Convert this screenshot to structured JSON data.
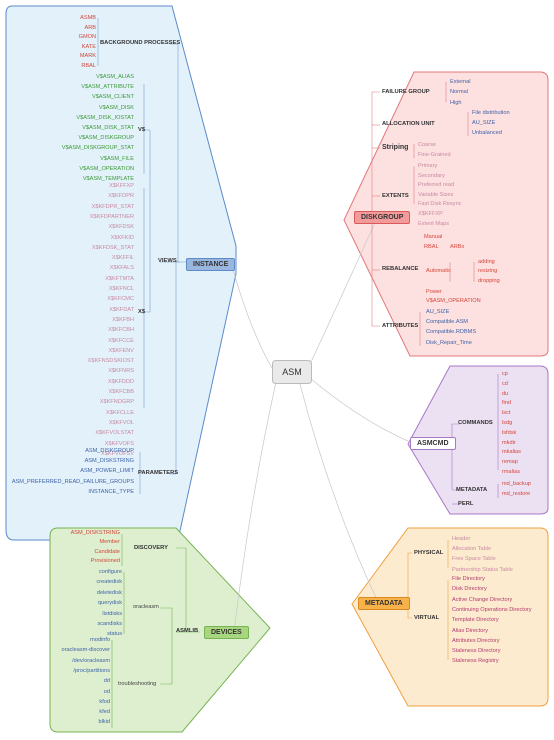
{
  "center": "ASM",
  "instance": {
    "label": "INSTANCE",
    "background_title": "BACKGROUND PROCESSES",
    "background": [
      "ASMB",
      "ARB",
      "GMON",
      "KATE",
      "MARK",
      "RBAL"
    ],
    "views_title": "VIEWS",
    "v_title": "V$",
    "v_views": [
      "V$ASM_ALIAS",
      "V$ASM_ATTRIBUTE",
      "V$ASM_CLIENT",
      "V$ASM_DISK",
      "V$ASM_DISK_IOSTAT",
      "V$ASM_DISK_STAT",
      "V$ASM_DISKGROUP",
      "V$ASM_DISKGROUP_STAT",
      "V$ASM_FILE",
      "V$ASM_OPERATION",
      "V$ASM_TEMPLATE"
    ],
    "x_title": "X$",
    "x_views": [
      "X$KFFXP",
      "X$KFDPR",
      "X$KFDPR_STAT",
      "X$KFDPARTNER",
      "X$KFDSK",
      "X$KFKID",
      "X$KFDSK_STAT",
      "X$KFFIL",
      "X$KFALS",
      "X$KFTMTA",
      "X$KFNCL",
      "X$KFCMC",
      "X$KFDAT",
      "X$KFBH",
      "X$KFCBH",
      "X$KFCCE",
      "X$KFENV",
      "X$KFNSDSKIOST",
      "X$KFNRS",
      "X$KFDDD",
      "X$KFCBB",
      "X$KFNDGRP",
      "X$KFCLLE",
      "X$KFVOL",
      "X$KFVOLSTAT",
      "X$KFVOFS",
      "X$KFVOFSV"
    ],
    "params_title": "PARAMETERS",
    "params": [
      "ASM_DISKGROUP",
      "ASM_DISKSTRING",
      "ASM_POWER_LIMIT",
      "ASM_PREFERRED_READ_FAILURE_GROUPS",
      "INSTANCE_TYPE"
    ]
  },
  "devices": {
    "label": "DEVICES",
    "discovery_title": "DISCOVERY",
    "discovery": [
      "ASM_DISKSTRING",
      "Member",
      "Candidate",
      "Provisioned"
    ],
    "asmlib_title": "ASMLIB",
    "oracleasm_title": "oracleasm",
    "oracleasm": [
      "configure",
      "createdisk",
      "deletedisk",
      "querydisk",
      "listdisks",
      "scandisks",
      "status"
    ],
    "troubleshooting_title": "troubleshooting",
    "troubleshooting": [
      "modinfo",
      "oracleasm-discover",
      "/dev/oracleasm",
      "/proc/partitions",
      "dd",
      "od",
      "kfod",
      "kfed",
      "blkid"
    ]
  },
  "diskgroup": {
    "label": "DISKGROUP",
    "failure_title": "FAILURE GROUP",
    "failure": [
      "External",
      "Normal",
      "High"
    ],
    "alloc_title": "ALLOCATION UNIT",
    "alloc": [
      "File distribution",
      "AU_SIZE",
      "Unbalanced"
    ],
    "striping_title": "Striping",
    "striping": [
      "Coarse",
      "Fine-Grained"
    ],
    "extents_title": "EXTENTS",
    "extents": [
      "Primary",
      "Secondary",
      "Preferred read",
      "Variable Sizes",
      "Fast Disk Resync",
      "X$KFFXP",
      "Extent Maps"
    ],
    "rebalance_title": "REBALANCE",
    "manual": "Manual",
    "rbal": "RBAL",
    "arbx": "ARBx",
    "automatic": "Automatic",
    "auto_items": [
      "adding",
      "resizing",
      "dropping"
    ],
    "power": "Power",
    "v_op": "V$ASM_OPERATION",
    "attr_title": "ATTRIBUTES",
    "attributes": [
      "AU_SIZE",
      "Compatible.ASM",
      "Compatible.RDBMS",
      "Disk_Repair_Time"
    ]
  },
  "asmcmd": {
    "label": "ASMCMD",
    "commands_title": "COMMANDS",
    "commands": [
      "cp",
      "cd",
      "du",
      "find",
      "lsct",
      "lsdg",
      "lsfdsk",
      "mkdir",
      "mkalias",
      "remap",
      "rmalias"
    ],
    "metadata_title": "METADATA",
    "metadata": [
      "md_backup",
      "md_restore"
    ],
    "perl": "PERL"
  },
  "metadata": {
    "label": "METADATA",
    "physical_title": "PHYSICAL",
    "physical": [
      "Header",
      "Allocation Table",
      "Free Space Table",
      "Partnership Status Table"
    ],
    "virtual_title": "VIRTUAL",
    "virtual": [
      "File Directory",
      "Disk Directory",
      "Active Change Directory",
      "Continuing Operations Directory",
      "Template Directory",
      "Alias Directory",
      "Attributes Directory",
      "Staleness Directory",
      "Staleness Registry"
    ]
  }
}
